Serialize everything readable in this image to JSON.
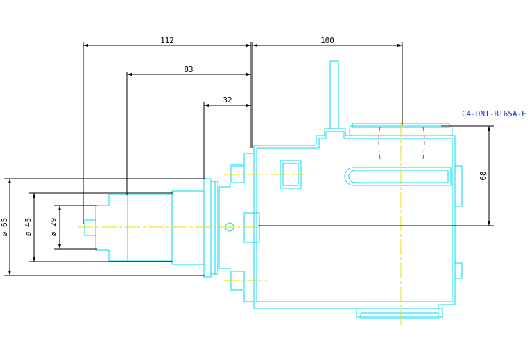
{
  "drawing": {
    "part_label": "C4-DNI-BT65A-E",
    "dimensions": {
      "d112": "112",
      "d100": "100",
      "d83": "83",
      "d32": "32",
      "d68": "68",
      "dia65": "ø 65",
      "dia45": "ø 45",
      "dia29": "ø 29"
    },
    "colors": {
      "outline": "#00d8ee",
      "centerline": "#e8e000",
      "hidden": "#e03030",
      "dimension": "#000000",
      "label": "#2030d0"
    }
  }
}
